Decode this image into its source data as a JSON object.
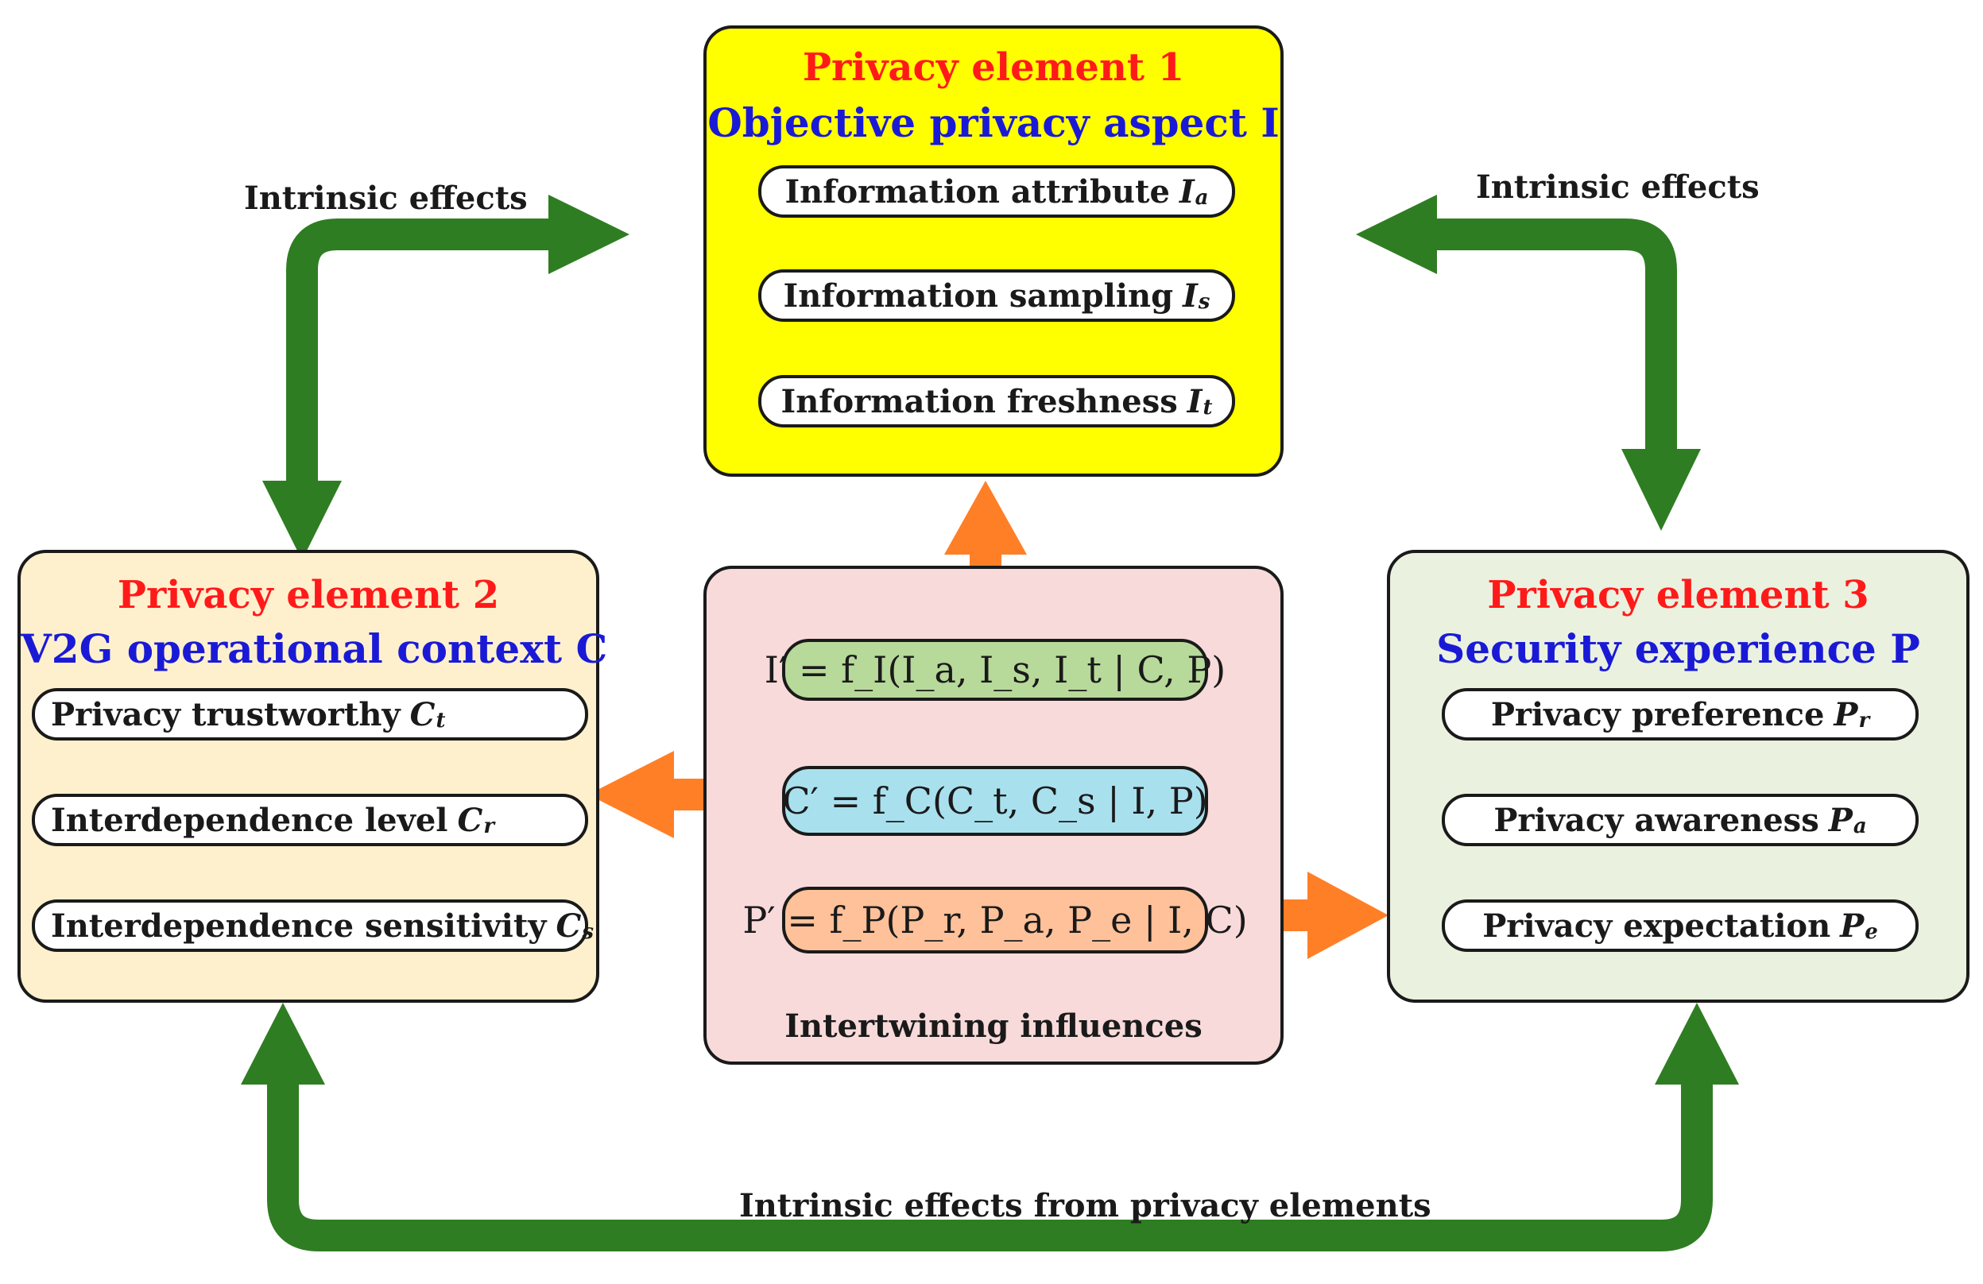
{
  "colors": {
    "green_arrow": "#2f7d22",
    "orange_arrow": "#ff7f27",
    "element1_fill": "#ffff00",
    "element2_fill": "#fff0cd",
    "element3_fill": "#eaf1df",
    "center_fill": "#f8dada",
    "formula_i_fill": "#b7d99a",
    "formula_c_fill": "#a9e0ee",
    "formula_p_fill": "#ffc199",
    "title_red": "#ff1a1a",
    "title_blue": "#1a1ad6"
  },
  "element1": {
    "title": "Privacy element 1",
    "subtitle": "Objective privacy aspect I",
    "items": [
      {
        "label": "Information attribute",
        "symbol": "I",
        "subscript": "a"
      },
      {
        "label": "Information sampling",
        "symbol": "I",
        "subscript": "s"
      },
      {
        "label": "Information freshness",
        "symbol": "I",
        "subscript": "t"
      }
    ]
  },
  "element2": {
    "title": "Privacy element 2",
    "subtitle": "V2G operational context C",
    "items": [
      {
        "label": "Privacy trustworthy",
        "symbol": "C",
        "subscript": "t"
      },
      {
        "label": "Interdependence level",
        "symbol": "C",
        "subscript": "r"
      },
      {
        "label": "Interdependence sensitivity",
        "symbol": "C",
        "subscript": "s"
      }
    ]
  },
  "element3": {
    "title": "Privacy element 3",
    "subtitle": "Security experience P",
    "items": [
      {
        "label": "Privacy preference",
        "symbol": "P",
        "subscript": "r"
      },
      {
        "label": "Privacy awareness",
        "symbol": "P",
        "subscript": "a"
      },
      {
        "label": "Privacy expectation",
        "symbol": "P",
        "subscript": "e"
      }
    ]
  },
  "center": {
    "formula_i": "I′ = f_I(I_a, I_s, I_t | C, P)",
    "formula_c": "C′ = f_C(C_t, C_s | I, P)",
    "formula_p": "P′ = f_P(P_r, P_a, P_e | I, C)",
    "caption": "Intertwining influences"
  },
  "labels": {
    "intrinsic_left": "Intrinsic effects",
    "intrinsic_right": "Intrinsic effects",
    "intrinsic_bottom": "Intrinsic effects from privacy elements"
  }
}
